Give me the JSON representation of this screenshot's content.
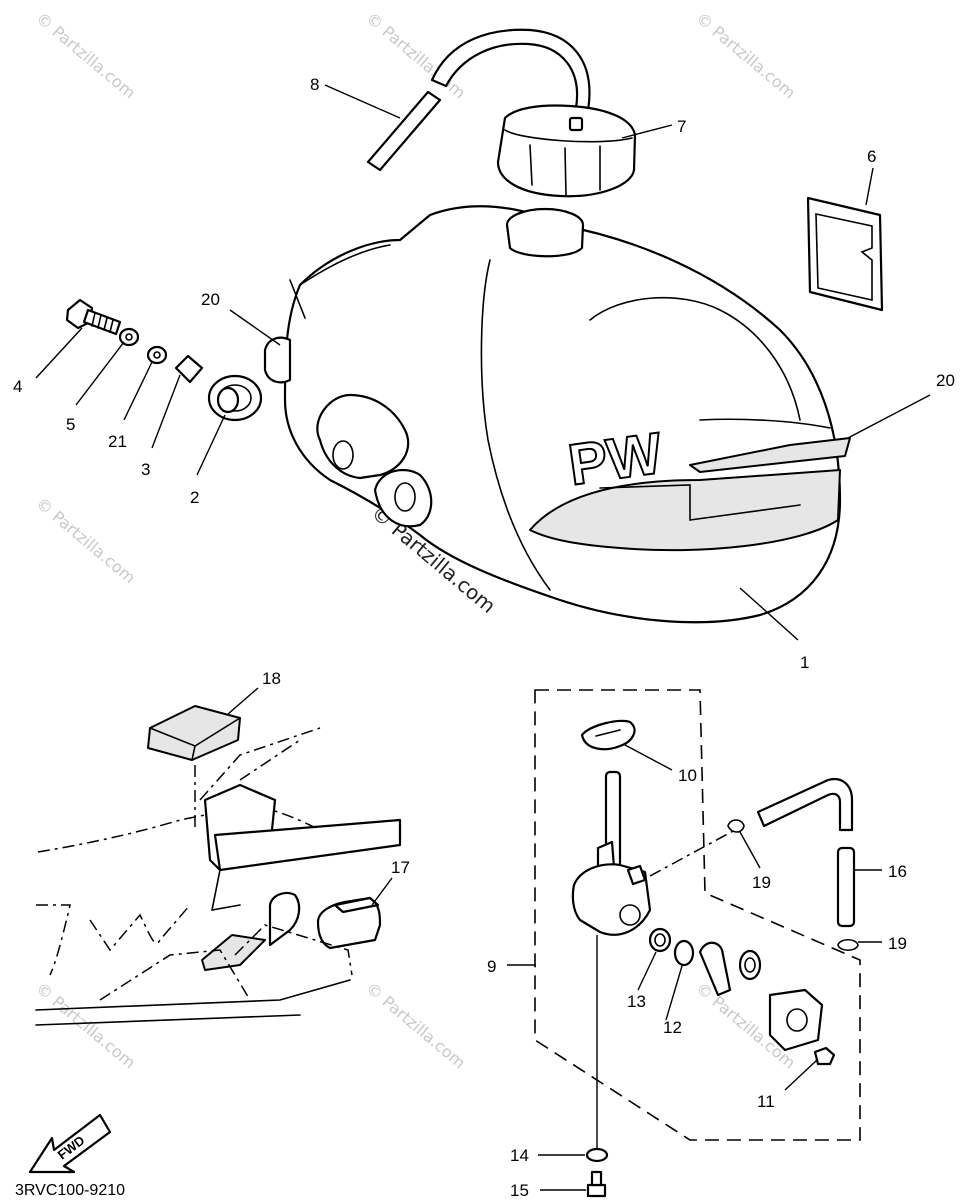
{
  "watermark": "© Partzilla.com",
  "diagram_code": "3RVC100-9210",
  "fwd_label": "FWD",
  "tank_logo": "PW",
  "callouts": {
    "c1": "1",
    "c2": "2",
    "c3": "3",
    "c4": "4",
    "c5": "5",
    "c6": "6",
    "c7": "7",
    "c8": "8",
    "c9": "9",
    "c10": "10",
    "c11": "11",
    "c12": "12",
    "c13": "13",
    "c14": "14",
    "c15": "15",
    "c16": "16",
    "c17": "17",
    "c18": "18",
    "c19a": "19",
    "c19b": "19",
    "c20a": "20",
    "c20b": "20",
    "c21": "21"
  }
}
